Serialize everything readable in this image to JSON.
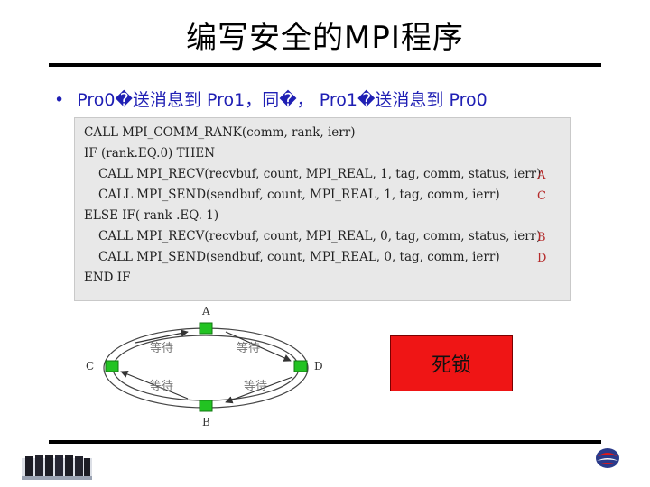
{
  "title": "编写安全的MPI程序",
  "bullet": {
    "symbol": "•",
    "text": "Pro0�送消息到 Pro1，同�， Pro1�送消息到 Pro0"
  },
  "code": {
    "lines": [
      {
        "text": "CALL MPI_COMM_RANK(comm, rank, ierr)",
        "marker": ""
      },
      {
        "text": "IF (rank.EQ.0) THEN",
        "marker": ""
      },
      {
        "text": "CALL MPI_RECV(recvbuf, count, MPI_REAL, 1, tag, comm, status, ierr)",
        "marker": "A"
      },
      {
        "text": "CALL MPI_SEND(sendbuf, count, MPI_REAL, 1, tag, comm, ierr)",
        "marker": "C"
      },
      {
        "text": "ELSE IF( rank .EQ. 1)",
        "marker": ""
      },
      {
        "text": "CALL MPI_RECV(recvbuf, count, MPI_REAL, 0, tag, comm, status, ierr)",
        "marker": "B"
      },
      {
        "text": "CALL MPI_SEND(sendbuf, count, MPI_REAL, 0, tag, comm, ierr)",
        "marker": "D"
      },
      {
        "text": "END IF",
        "marker": ""
      }
    ]
  },
  "diagram": {
    "nodes": {
      "a": "A",
      "b": "B",
      "c": "C",
      "d": "D"
    },
    "edges": {
      "ca": "等待",
      "ad": "等待",
      "cb": "等待",
      "db": "等待"
    },
    "node_color": "#22c322"
  },
  "deadlock_label": "死锁",
  "colors": {
    "bullet": "#1f1fb4",
    "marker": "#b52a2a",
    "deadlock_bg": "#ef1515"
  }
}
